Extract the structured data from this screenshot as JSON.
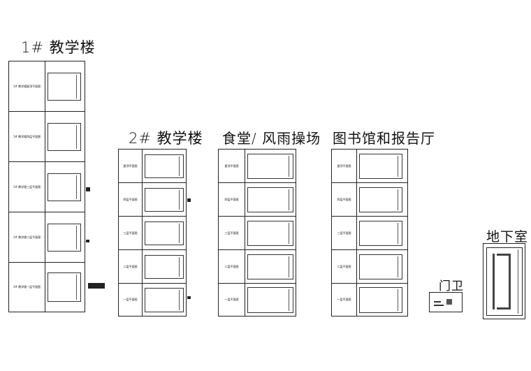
{
  "groups": [
    {
      "id": "building-1",
      "title": "1# 教学楼",
      "rows": [
        {
          "label": "1# 教学楼屋顶平面图"
        },
        {
          "label": "1# 教学楼四层平面图"
        },
        {
          "label": "1# 教学楼三层平面图"
        },
        {
          "label": "1# 教学楼二层平面图"
        },
        {
          "label": "1# 教学楼一层平面图"
        }
      ]
    },
    {
      "id": "building-2",
      "title": "2# 教学楼",
      "rows": [
        {
          "label": "屋顶平面图"
        },
        {
          "label": "四层平面图"
        },
        {
          "label": "三层平面图"
        },
        {
          "label": "二层平面图"
        },
        {
          "label": "一层平面图"
        }
      ]
    },
    {
      "id": "canteen",
      "title": "食堂/ 风雨操场",
      "rows": [
        {
          "label": "屋顶平面图"
        },
        {
          "label": "四层平面图"
        },
        {
          "label": "三层平面图"
        },
        {
          "label": "二层平面图"
        },
        {
          "label": "一层平面图"
        }
      ]
    },
    {
      "id": "library",
      "title": "图书馆和报告厅",
      "rows": [
        {
          "label": "屋顶平面图"
        },
        {
          "label": "四层平面图"
        },
        {
          "label": "三层平面图"
        },
        {
          "label": "二层平面图"
        },
        {
          "label": "一层平面图"
        }
      ]
    }
  ],
  "gate": {
    "title": "门卫"
  },
  "basement": {
    "title": "地下室"
  }
}
